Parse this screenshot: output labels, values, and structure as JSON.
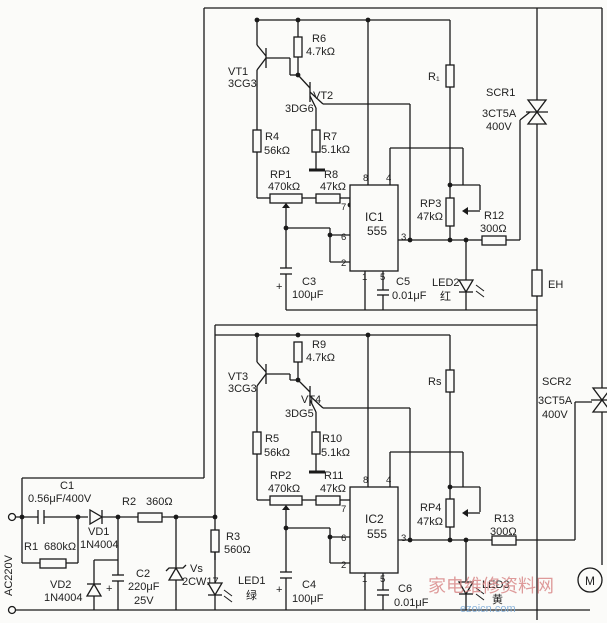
{
  "components": {
    "vt1": {
      "name": "VT1",
      "part": "3CG3"
    },
    "vt2": {
      "name": "VT2",
      "part": "3DG6"
    },
    "vt3": {
      "name": "VT3",
      "part": "3CG3"
    },
    "vt4": {
      "name": "VT4",
      "part": "3DG5"
    },
    "r1": {
      "name": "R1",
      "value": "680kΩ"
    },
    "r2": {
      "name": "R2",
      "value": "360Ω"
    },
    "r3": {
      "name": "R3",
      "value": "560Ω"
    },
    "r4": {
      "name": "R4",
      "value": "56kΩ"
    },
    "r5": {
      "name": "R5",
      "value": "56kΩ"
    },
    "r6": {
      "name": "R6",
      "value": "4.7kΩ"
    },
    "r7": {
      "name": "R7",
      "value": "5.1kΩ"
    },
    "r8": {
      "name": "R8",
      "value": "47kΩ"
    },
    "r9": {
      "name": "R9",
      "value": "4.7kΩ"
    },
    "r10": {
      "name": "R10",
      "value": "5.1kΩ"
    },
    "r11": {
      "name": "R11",
      "value": "47kΩ"
    },
    "r12": {
      "name": "R12",
      "value": "300Ω"
    },
    "r13": {
      "name": "R13",
      "value": "300Ω"
    },
    "r1top": {
      "name": "R₁"
    },
    "rs": {
      "name": "Rs"
    },
    "rp1": {
      "name": "RP1",
      "value": "470kΩ"
    },
    "rp2": {
      "name": "RP2",
      "value": "470kΩ"
    },
    "rp3": {
      "name": "RP3",
      "value": "47kΩ"
    },
    "rp4": {
      "name": "RP4",
      "value": "47kΩ"
    },
    "c1": {
      "name": "C1",
      "value": "0.56μF/400V"
    },
    "c2": {
      "name": "C2",
      "value": "220μF",
      "voltage": "25V"
    },
    "c3": {
      "name": "C3",
      "value": "100μF"
    },
    "c4": {
      "name": "C4",
      "value": "100μF"
    },
    "c5": {
      "name": "C5",
      "value": "0.01μF"
    },
    "c6": {
      "name": "C6",
      "value": "0.01μF"
    },
    "vd1": {
      "name": "VD1",
      "part": "1N4004"
    },
    "vd2": {
      "name": "VD2",
      "part": "1N4004"
    },
    "vs": {
      "name": "Vs",
      "part": "2CW17"
    },
    "led1": {
      "name": "LED1",
      "color": "绿"
    },
    "led2": {
      "name": "LED2",
      "color": "红"
    },
    "led3": {
      "name": "LED3",
      "color": "黄"
    },
    "ic1": {
      "name": "IC1",
      "part": "555"
    },
    "ic2": {
      "name": "IC2",
      "part": "555"
    },
    "scr1": {
      "name": "SCR1",
      "part": "3CT5A",
      "voltage": "400V"
    },
    "scr2": {
      "name": "SCR2",
      "part": "3CT5A",
      "voltage": "400V"
    },
    "eh": {
      "name": "EH"
    },
    "motor": {
      "name": "M"
    },
    "supply": {
      "name": "AC220V"
    }
  },
  "pins": {
    "p1": "1",
    "p2": "2",
    "p3": "3",
    "p4": "4",
    "p5": "5",
    "p6": "6",
    "p7": "7",
    "p8": "8"
  },
  "watermark": {
    "text": "家电维修资料网",
    "url": "ezoicn.com"
  }
}
